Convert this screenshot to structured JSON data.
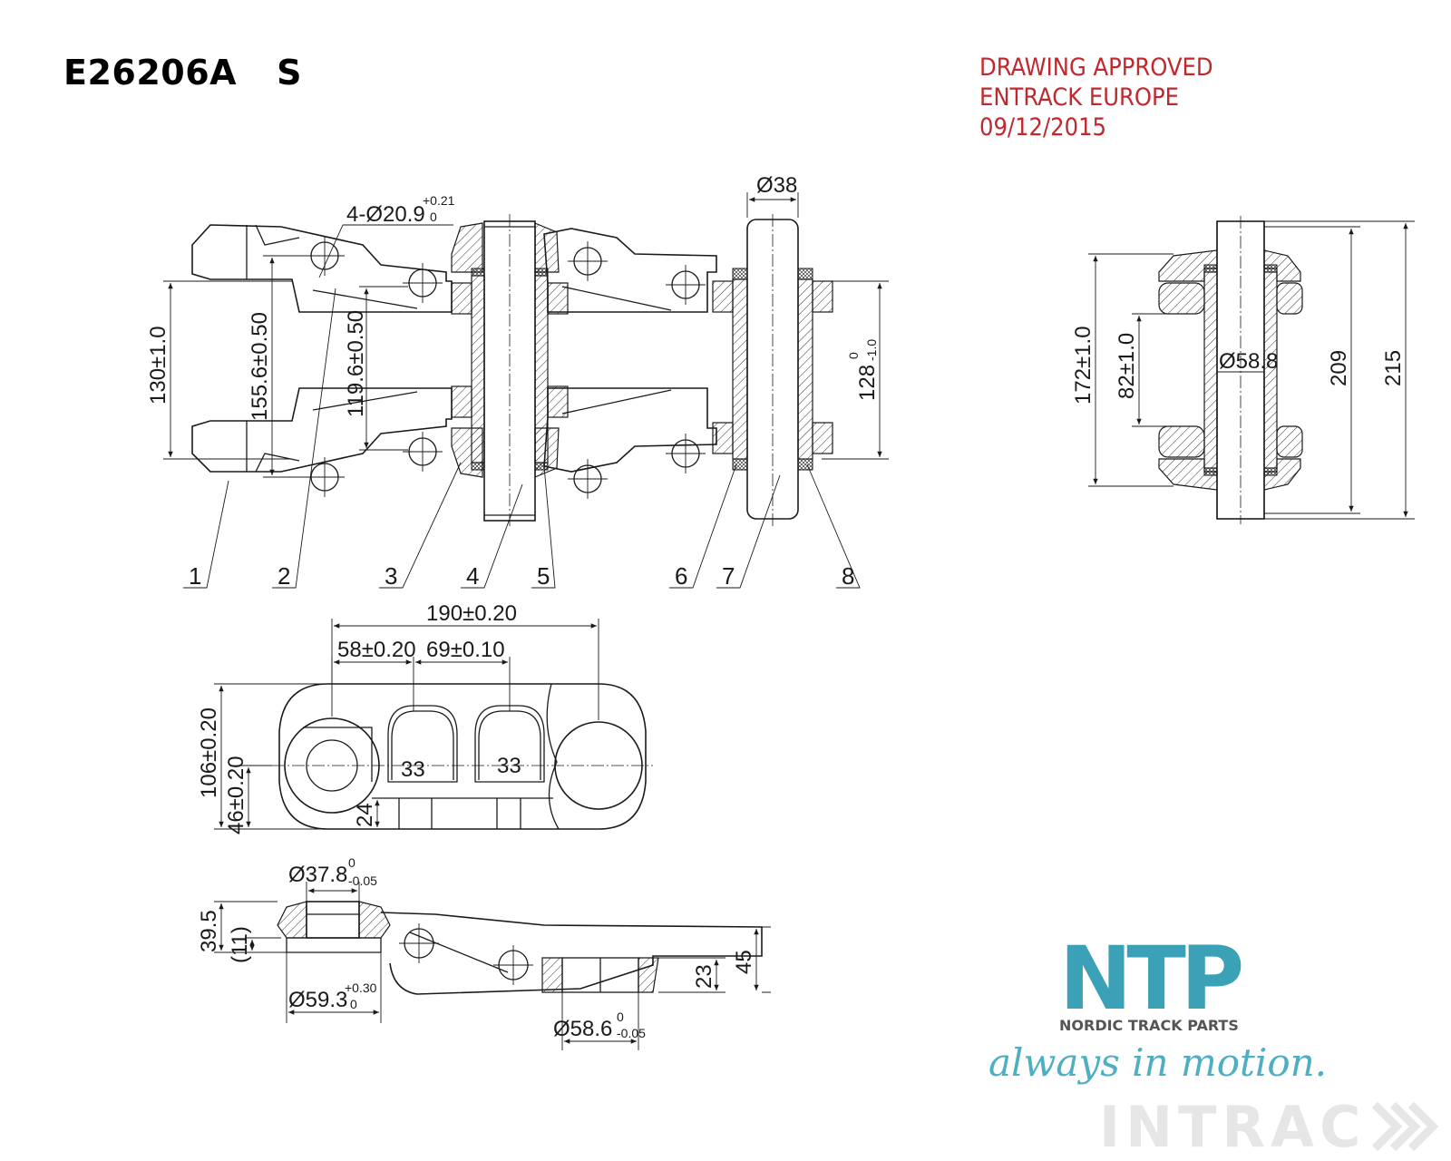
{
  "header": {
    "part_number": "E26206A",
    "suffix": "S"
  },
  "approval": {
    "line1": "DRAWING APPROVED",
    "line2": "ENTRACK EUROPE",
    "line3": "09/12/2015"
  },
  "top_view": {
    "hole_callout": "4-Ø20.9",
    "hole_tol_upper": "+0.21",
    "hole_tol_lower": "0",
    "pin_dia": "Ø38",
    "dim_130": "130±1.0",
    "dim_155": "155.6±0.50",
    "dim_119": "119.6±0.50",
    "dim_128": "128",
    "dim_128_upper": "0",
    "dim_128_lower": "-1.0",
    "labels": [
      "1",
      "2",
      "3",
      "4",
      "5",
      "6",
      "7",
      "8"
    ]
  },
  "section_view": {
    "dim_172": "172±1.0",
    "dim_82": "82±1.0",
    "dim_bush": "Ø58.8",
    "dim_209": "209",
    "dim_215": "215"
  },
  "side_view": {
    "dim_190": "190±0.20",
    "dim_58": "58±0.20",
    "dim_69": "69±0.10",
    "dim_106": "106±0.20",
    "dim_46": "46±0.20",
    "dim_33a": "33",
    "dim_33b": "33",
    "dim_24": "24"
  },
  "bottom_view": {
    "dim_378": "Ø37.8",
    "dim_378_upper": "0",
    "dim_378_lower": "-0.05",
    "dim_395": "39.5",
    "dim_11": "(11)",
    "dim_593": "Ø59.3",
    "dim_593_upper": "+0.30",
    "dim_593_lower": "0",
    "dim_23": "23",
    "dim_45": "45",
    "dim_586": "Ø58.6",
    "dim_586_upper": "0",
    "dim_586_lower": "-0.05"
  },
  "logo": {
    "brand": "NTP",
    "company": "NORDIC TRACK PARTS",
    "tagline": "always in motion.",
    "brand_color": "#3aa1b6"
  },
  "watermark": {
    "text": "INTRAC"
  }
}
